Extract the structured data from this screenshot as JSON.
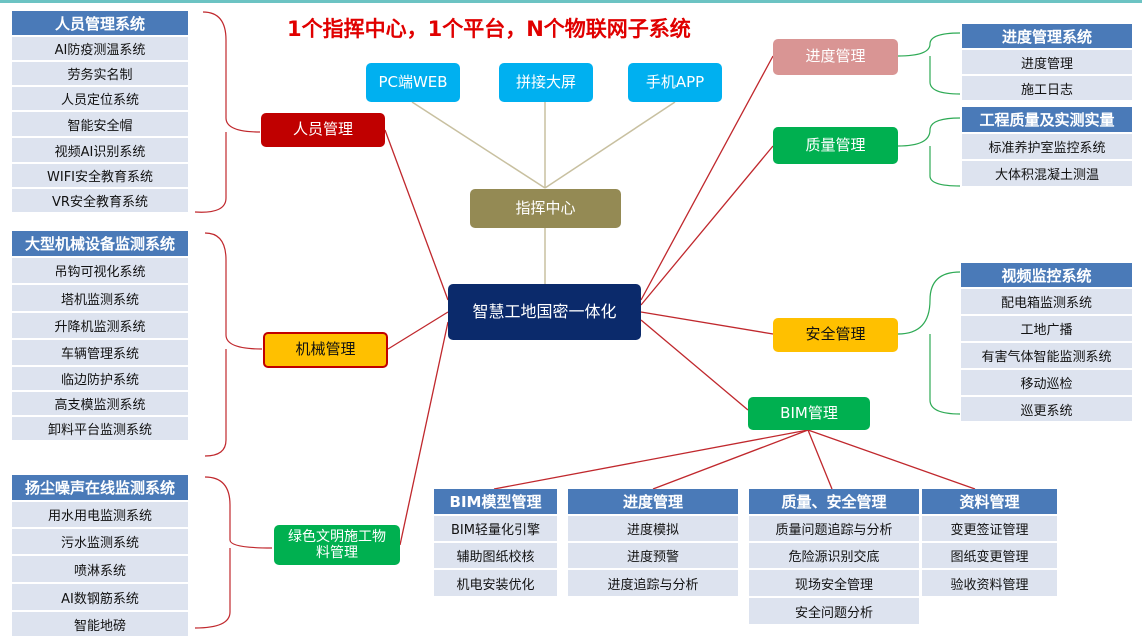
{
  "headline": "1个指挥中心，1个平台，N个物联网子系统",
  "center": "智慧工地国密一体化",
  "command": "指挥中心",
  "terminals": [
    "PC端WEB",
    "拼接大屏",
    "手机APP"
  ],
  "branches": {
    "personnel": "人员管理",
    "machinery": "机械管理",
    "green": "绿色文明施工物料管理",
    "progress": "进度管理",
    "quality": "质量管理",
    "safety": "安全管理",
    "bim": "BIM管理"
  },
  "lists": {
    "personnel": {
      "header": "人员管理系统",
      "items": [
        "AI防疫测温系统",
        "劳务实名制",
        "人员定位系统",
        "智能安全帽",
        "视频AI识别系统",
        "WIFI安全教育系统",
        "VR安全教育系统"
      ]
    },
    "machinery": {
      "header": "大型机械设备监测系统",
      "items": [
        "吊钩可视化系统",
        "塔机监测系统",
        "升降机监测系统",
        "车辆管理系统",
        "临边防护系统",
        "高支模监测系统",
        "卸料平台监测系统"
      ]
    },
    "green": {
      "header": "扬尘噪声在线监测系统",
      "items": [
        "用水用电监测系统",
        "污水监测系统",
        "喷淋系统",
        "AI数钢筋系统",
        "智能地磅"
      ]
    },
    "progress": {
      "header": "进度管理系统",
      "items": [
        "进度管理",
        "施工日志"
      ]
    },
    "quality": {
      "header": "工程质量及实测实量",
      "items": [
        "标准养护室监控系统",
        "大体积混凝土测温"
      ]
    },
    "safety": {
      "header": "视频监控系统",
      "items": [
        "配电箱监测系统",
        "工地广播",
        "有害气体智能监测系统",
        "移动巡检",
        "巡更系统"
      ]
    },
    "bim_model": {
      "header": "BIM模型管理",
      "items": [
        "BIM轻量化引擎",
        "辅助图纸校核",
        "机电安装优化"
      ]
    },
    "bim_progress": {
      "header": "进度管理",
      "items": [
        "进度模拟",
        "进度预警",
        "进度追踪与分析"
      ]
    },
    "bim_qs": {
      "header": "质量、安全管理",
      "items": [
        "质量问题追踪与分析",
        "危险源识别交底",
        "现场安全管理",
        "安全问题分析"
      ]
    },
    "bim_docs": {
      "header": "资料管理",
      "items": [
        "变更签证管理",
        "图纸变更管理",
        "验收资料管理"
      ]
    }
  },
  "colors": {
    "list_header": "#4a7ab8",
    "list_item": "#dde3ef",
    "link_red": "#c0282d",
    "link_olive": "#c8c0a0",
    "link_green": "#2eaa55",
    "headline": "#e00000"
  }
}
